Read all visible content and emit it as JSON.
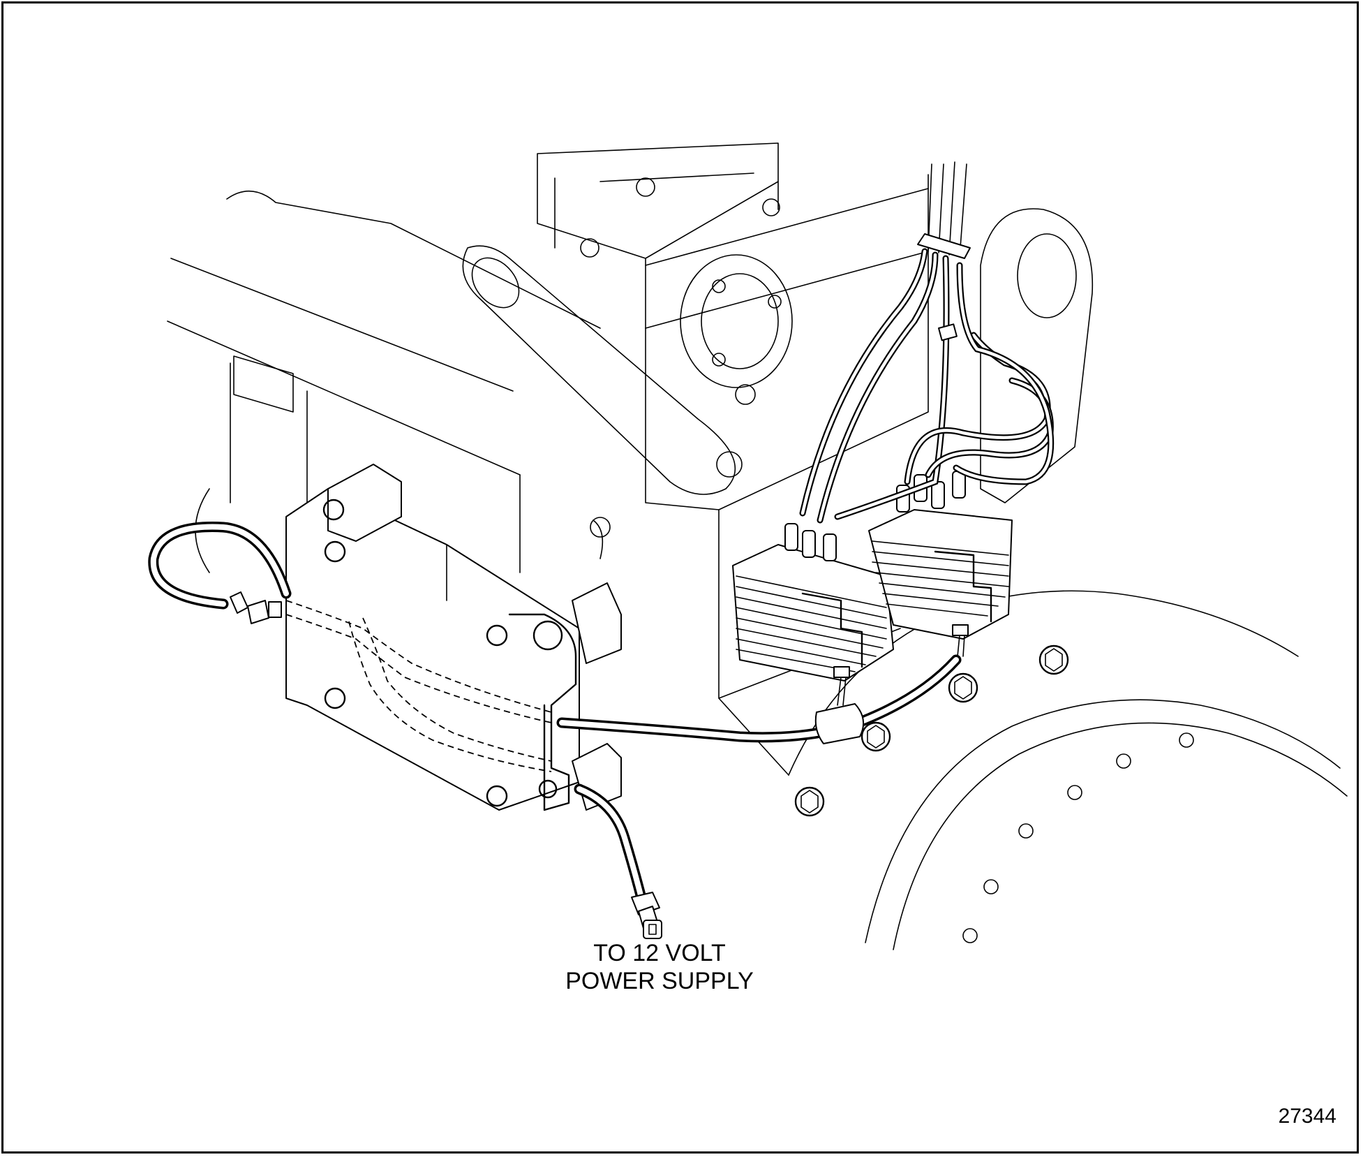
{
  "diagram": {
    "caption_line1": "TO 12 VOLT",
    "caption_line2": "POWER SUPPLY",
    "figure_number": "27344"
  }
}
